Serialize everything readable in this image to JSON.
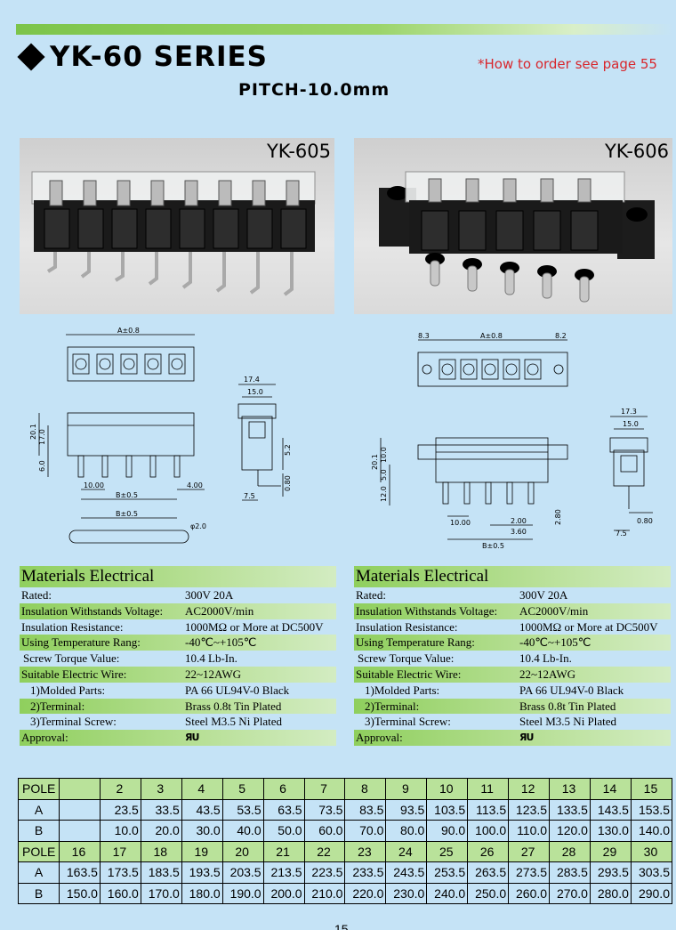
{
  "header": {
    "title": "YK-60 SERIES",
    "order_note": "*How to order see page 55",
    "pitch": "PITCH-10.0mm"
  },
  "photos": [
    {
      "label": "YK-605"
    },
    {
      "label": "YK-606"
    }
  ],
  "drawing_605": {
    "dim_a": "A±0.8",
    "dim_b": "B±0.5",
    "dim_b2": "B±0.5",
    "d_17_4": "17.4",
    "d_15_0": "15.0",
    "d_20_1": "20.1",
    "d_17_0": "17.0",
    "d_6_0": "6.0",
    "d_10_00": "10.00",
    "d_4_00": "4.00",
    "d_5_2": "5.2",
    "d_0_80": "0.80",
    "d_7_5": "7.5",
    "d_phi": "φ2.0"
  },
  "drawing_606": {
    "d_8_3": "8.3",
    "dim_a": "A±0.8",
    "d_8_2": "8.2",
    "d_17_3": "17.3",
    "d_15_0": "15.0",
    "d_20_1": "20.1",
    "d_10_0": "10.0",
    "d_5_0": "5.0",
    "d_12_0": "12.0",
    "d_10_00": "10.00",
    "d_3_60": "3.60",
    "d_2_00": "2.00",
    "d_2_80": "2.80",
    "dim_b": "B±0.5",
    "d_0_80": "0.80",
    "d_7_5": "7.5"
  },
  "materials": {
    "heading": "Materials Electrical",
    "rows": [
      {
        "key": "Rated:",
        "value": "300V  20A"
      },
      {
        "key": "Insulation Withstands Voltage:",
        "value": "AC2000V/min"
      },
      {
        "key": "Insulation Resistance:",
        "value": "1000MΩ  or More at DC500V"
      },
      {
        "key": "Using Temperature Rang:",
        "value": "-40℃~+105℃"
      },
      {
        "key": "Screw Torque Value:",
        "value": "10.4 Lb-In."
      },
      {
        "key": "Suitable Electric Wire:",
        "value": "22~12AWG"
      },
      {
        "key": "1)Molded Parts:",
        "value": "PA 66 UL94V-0 Black"
      },
      {
        "key": "2)Terminal:",
        "value": "Brass 0.8t Tin Plated"
      },
      {
        "key": "3)Terminal Screw:",
        "value": "Steel M3.5 Ni Plated"
      },
      {
        "key": "Approval:",
        "value": "ЯU"
      }
    ]
  },
  "dims_table": {
    "pole_label": "POLE",
    "a_label": "A",
    "b_label": "B",
    "upper": {
      "poles": [
        "2",
        "3",
        "4",
        "5",
        "6",
        "7",
        "8",
        "9",
        "10",
        "11",
        "12",
        "13",
        "14",
        "15"
      ],
      "a": [
        "23.5",
        "33.5",
        "43.5",
        "53.5",
        "63.5",
        "73.5",
        "83.5",
        "93.5",
        "103.5",
        "113.5",
        "123.5",
        "133.5",
        "143.5",
        "153.5"
      ],
      "b": [
        "10.0",
        "20.0",
        "30.0",
        "40.0",
        "50.0",
        "60.0",
        "70.0",
        "80.0",
        "90.0",
        "100.0",
        "110.0",
        "120.0",
        "130.0",
        "140.0"
      ]
    },
    "lower": {
      "poles": [
        "16",
        "17",
        "18",
        "19",
        "20",
        "21",
        "22",
        "23",
        "24",
        "25",
        "26",
        "27",
        "28",
        "29",
        "30"
      ],
      "a": [
        "163.5",
        "173.5",
        "183.5",
        "193.5",
        "203.5",
        "213.5",
        "223.5",
        "233.5",
        "243.5",
        "253.5",
        "263.5",
        "273.5",
        "283.5",
        "293.5",
        "303.5"
      ],
      "b": [
        "150.0",
        "160.0",
        "170.0",
        "180.0",
        "190.0",
        "200.0",
        "210.0",
        "220.0",
        "230.0",
        "240.0",
        "250.0",
        "260.0",
        "270.0",
        "280.0",
        "290.0"
      ]
    }
  },
  "page_number": "15",
  "colors": {
    "background": "#c5e3f6",
    "band_green": "#8fcf5d",
    "note_red": "#d8262c"
  }
}
